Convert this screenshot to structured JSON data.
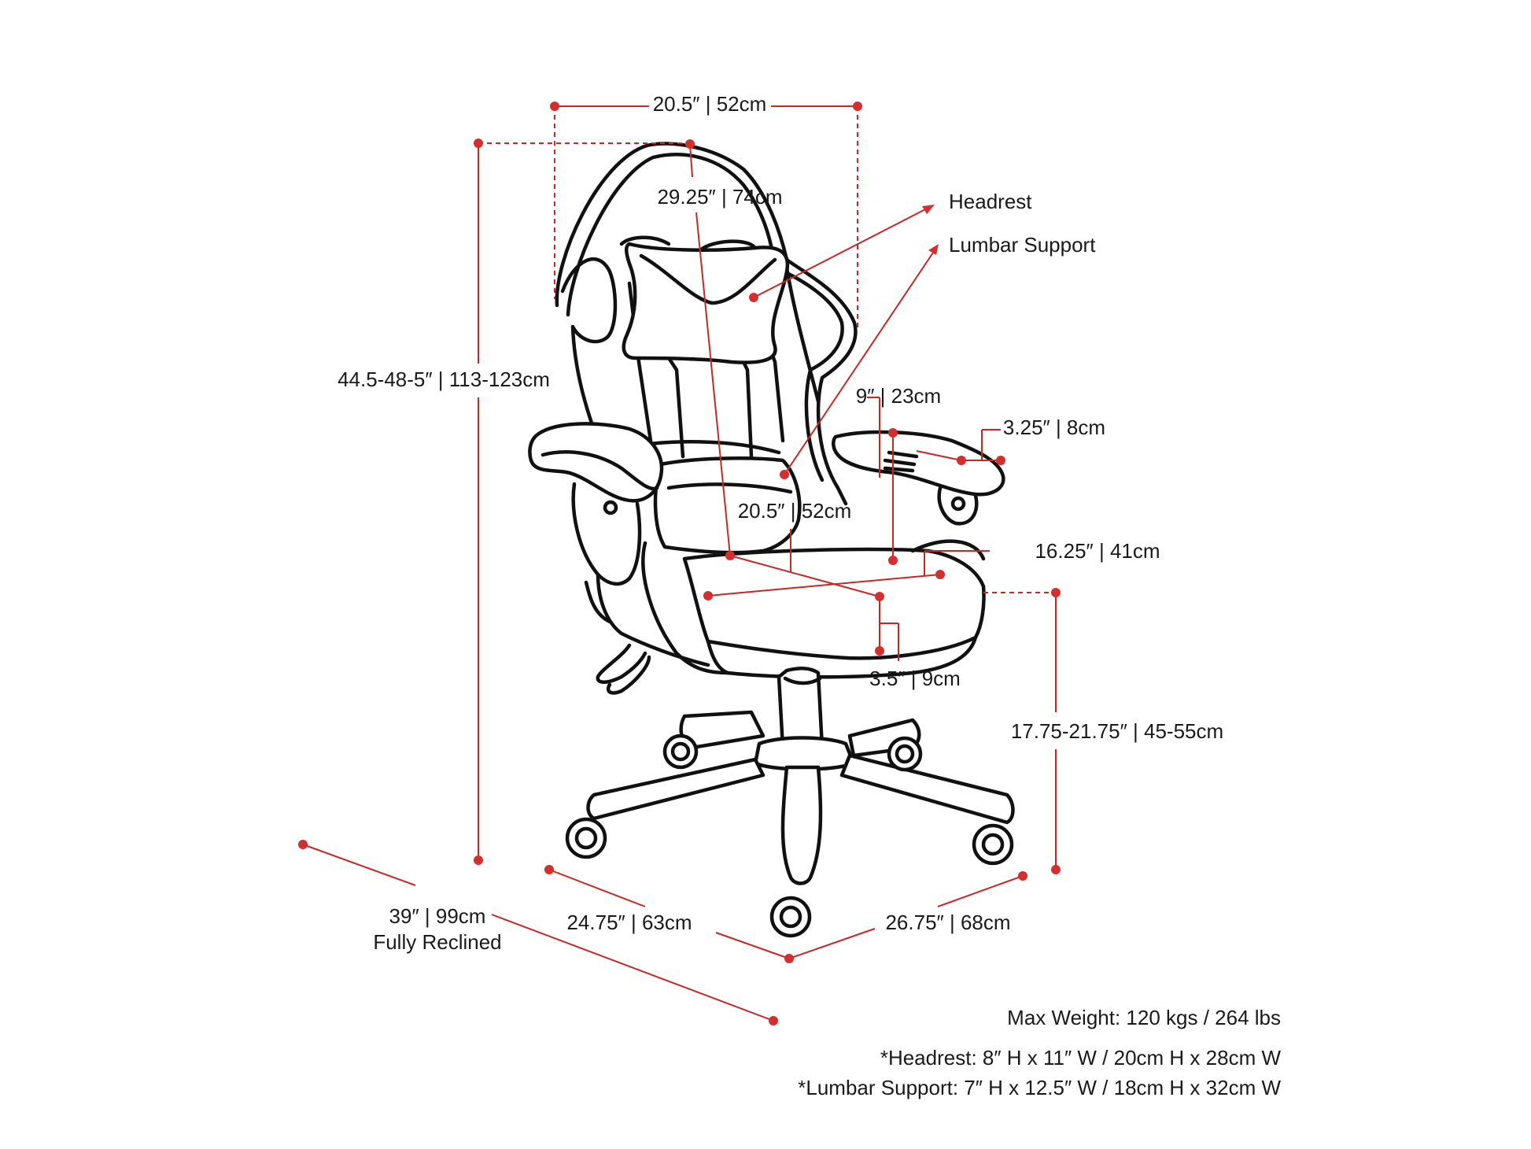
{
  "dimensions": {
    "top_width": "20.5″ | 52cm",
    "back_height": "29.25″ | 74cm",
    "overall_height": "44.5-48-5″ | 113-123cm",
    "armrest_height": "9″ | 23cm",
    "armrest_width": "3.25″ | 8cm",
    "seat_width": "20.5″ | 52cm",
    "seat_depth": "16.25″ | 41cm",
    "seat_thickness": "3.5″ | 9cm",
    "seat_height": "17.75-21.75″ | 45-55cm",
    "reclined_length_value": "39″ | 99cm",
    "reclined_length_note": "Fully Reclined",
    "base_depth": "24.75″ | 63cm",
    "base_width": "26.75″ | 68cm"
  },
  "callouts": {
    "headrest": "Headrest",
    "lumbar": "Lumbar Support"
  },
  "notes": {
    "max_weight": "Max Weight: 120 kgs / 264 lbs",
    "headrest_size": "*Headrest: 8″ H x 11″ W / 20cm H x 28cm W",
    "lumbar_size": "*Lumbar Support: 7″ H x 12.5″ W / 18cm H x 32cm W"
  },
  "colors": {
    "dimension": "#c62828",
    "outline": "#111111",
    "text": "#1a1a1a"
  }
}
